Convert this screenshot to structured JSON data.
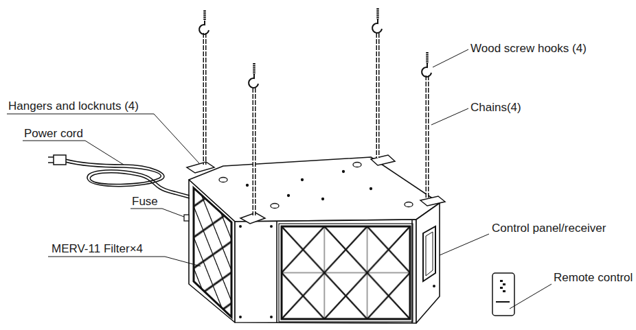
{
  "diagram": {
    "labels": [
      "Wood screw hooks (4)",
      "Hangers and locknuts (4)",
      "Chains(4)",
      "Power cord",
      "Fuse",
      "MERV-11 Filter×4",
      "Control panel/receiver",
      "Remote control"
    ]
  }
}
